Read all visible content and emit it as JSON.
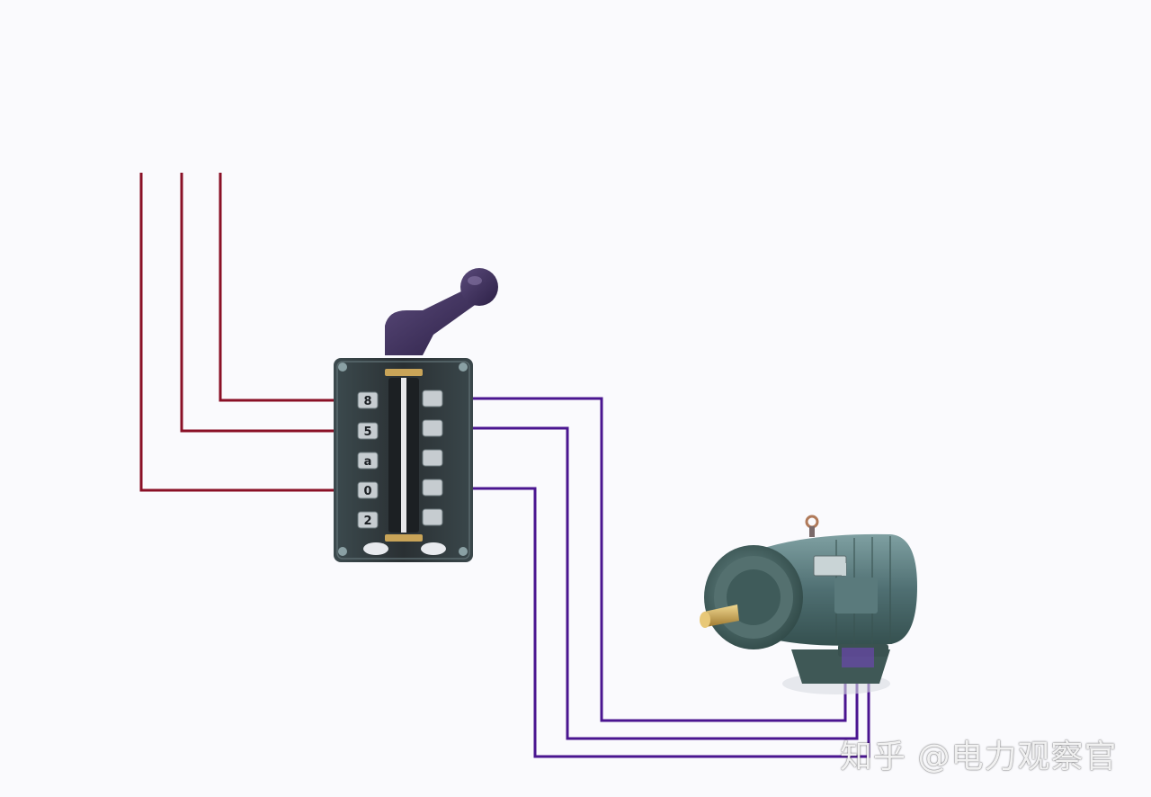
{
  "watermark": {
    "text": "知乎 @电力观察官"
  },
  "colors": {
    "background": "#fafafd",
    "supply_wire": "#8a1026",
    "motor_wire": "#4a1590",
    "switch_body": "#2c3034",
    "switch_handle": "#3a2c5a",
    "motor_body": "#4f6f72"
  },
  "switch": {
    "terminal_labels": [
      "8",
      "5",
      "a",
      "0",
      "2"
    ]
  }
}
